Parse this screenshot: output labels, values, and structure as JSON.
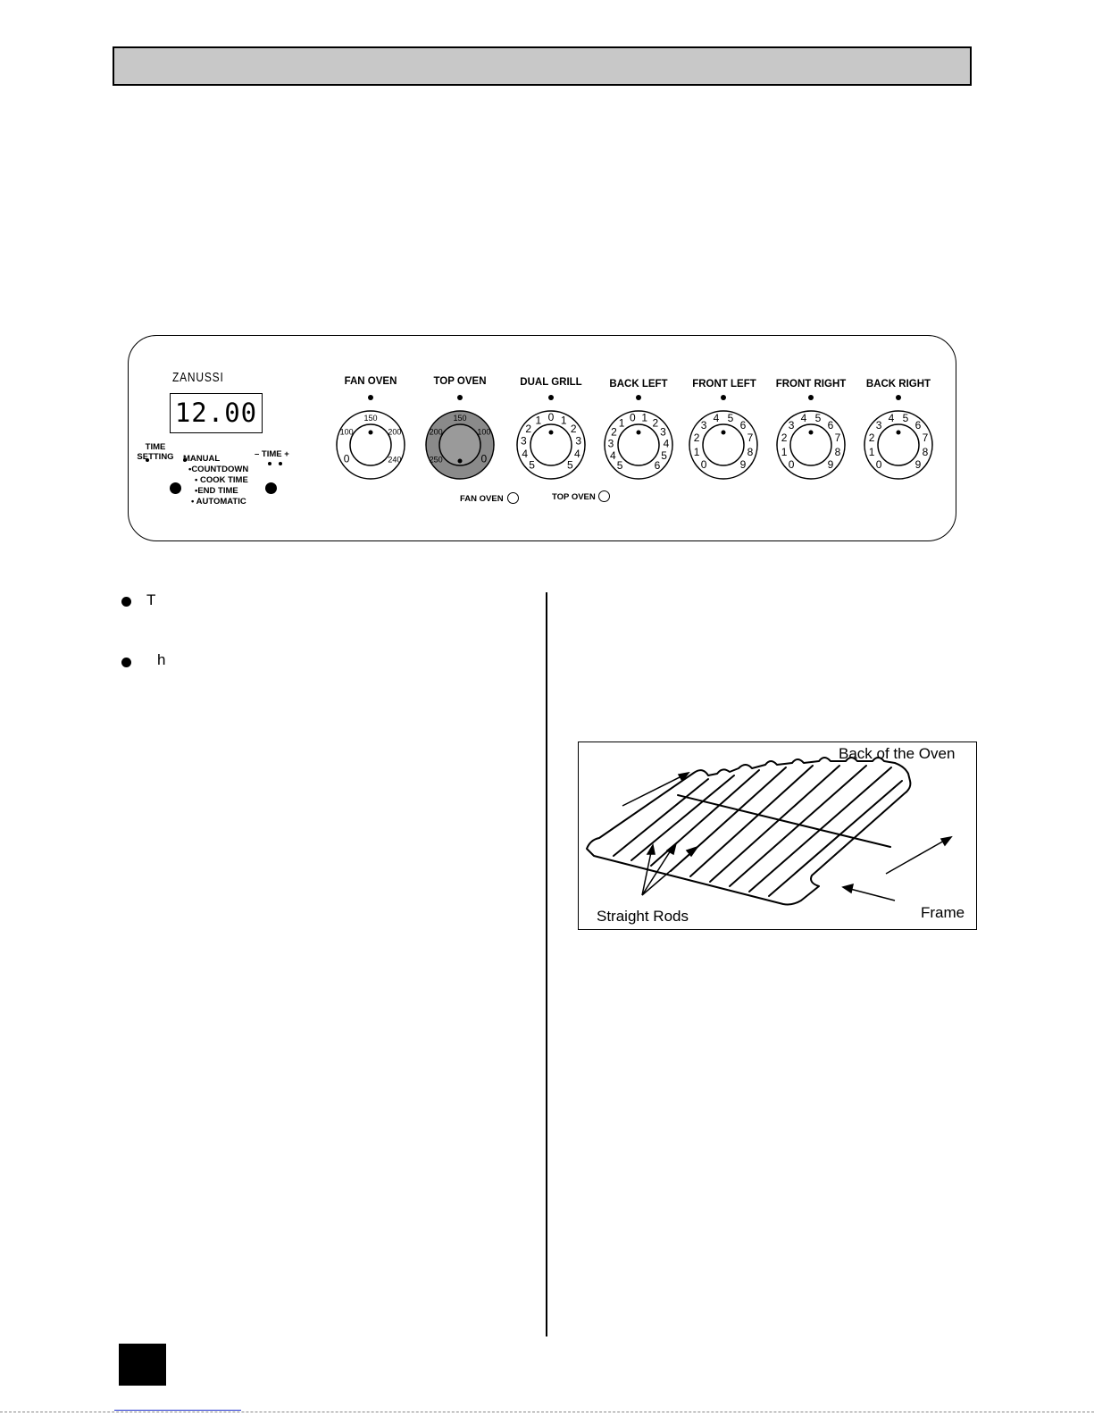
{
  "panel": {
    "brand": "ZANUSSI",
    "clock_display": "12.00",
    "time_setting_label": "TIME\nSETTING",
    "time_minus_plus_label": "– TIME +",
    "modes": [
      "MANUAL",
      "•COUNTDOWN",
      "• COOK TIME",
      "•END TIME",
      "• AUTOMATIC"
    ],
    "knobs": [
      {
        "title": "FAN OVEN",
        "marks": [
          "0",
          "100",
          "150",
          "200",
          "240"
        ],
        "style": "white"
      },
      {
        "title": "TOP OVEN",
        "marks": [
          "250",
          "200",
          "150",
          "100",
          "0"
        ],
        "style": "grey"
      },
      {
        "title": "DUAL GRILL",
        "marks": [
          "5",
          "4",
          "3",
          "2",
          "1",
          "0",
          "1",
          "2",
          "3",
          "4",
          "5"
        ],
        "style": "white"
      },
      {
        "title": "BACK LEFT",
        "marks": [
          "5",
          "4",
          "3",
          "2",
          "1",
          "0",
          "1",
          "2",
          "3",
          "4",
          "5",
          "6"
        ],
        "style": "white"
      },
      {
        "title": "FRONT LEFT",
        "marks": [
          "0",
          "1",
          "2",
          "3",
          "4",
          "5",
          "6",
          "7",
          "8",
          "9"
        ],
        "style": "white"
      },
      {
        "title": "FRONT RIGHT",
        "marks": [
          "0",
          "1",
          "2",
          "3",
          "4",
          "5",
          "6",
          "7",
          "8",
          "9"
        ],
        "style": "white"
      },
      {
        "title": "BACK RIGHT",
        "marks": [
          "0",
          "1",
          "2",
          "3",
          "4",
          "5",
          "6",
          "7",
          "8",
          "9"
        ],
        "style": "white"
      }
    ],
    "indicator_lamps": [
      "FAN OVEN",
      "TOP OVEN"
    ]
  },
  "body": {
    "bullets": [
      "T",
      "h"
    ]
  },
  "rack_diagram": {
    "back_label": "Back of the Oven",
    "rods_label": "Straight Rods",
    "frame_label": "Frame"
  }
}
